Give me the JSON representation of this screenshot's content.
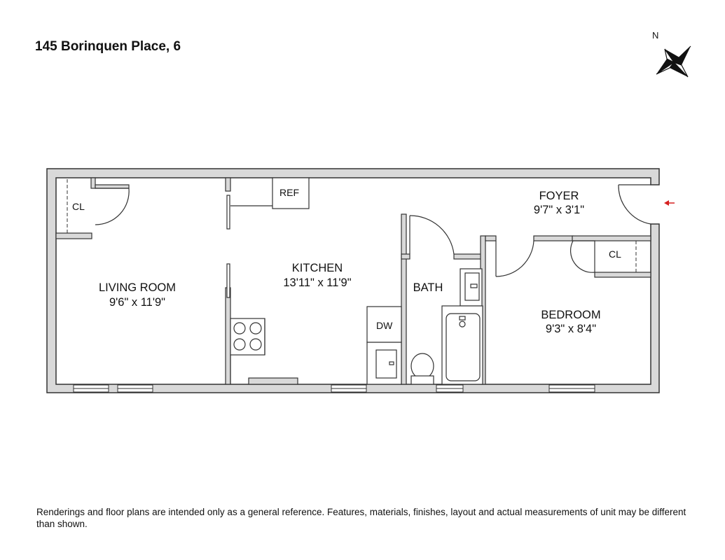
{
  "title": "145 Borinquen Place, 6",
  "compass": {
    "label": "N"
  },
  "rooms": {
    "living_room": {
      "name": "LIVING ROOM",
      "dims": "9'6\" x 11'9\""
    },
    "kitchen": {
      "name": "KITCHEN",
      "dims": "13'11\" x 11'9\""
    },
    "foyer": {
      "name": "FOYER",
      "dims": "9'7\" x 3'1\""
    },
    "bath": {
      "name": "BATH"
    },
    "bedroom": {
      "name": "BEDROOM",
      "dims": "9'3\" x 8'4\""
    }
  },
  "fixtures": {
    "closet_living": "CL",
    "closet_bedroom": "CL",
    "refrigerator": "REF",
    "dishwasher": "DW"
  },
  "entrance_arrow_color": "#d62020",
  "disclaimer": "Renderings and floor plans are intended only as a general reference. Features, materials, finishes, layout and actual measurements of unit may be different than shown."
}
